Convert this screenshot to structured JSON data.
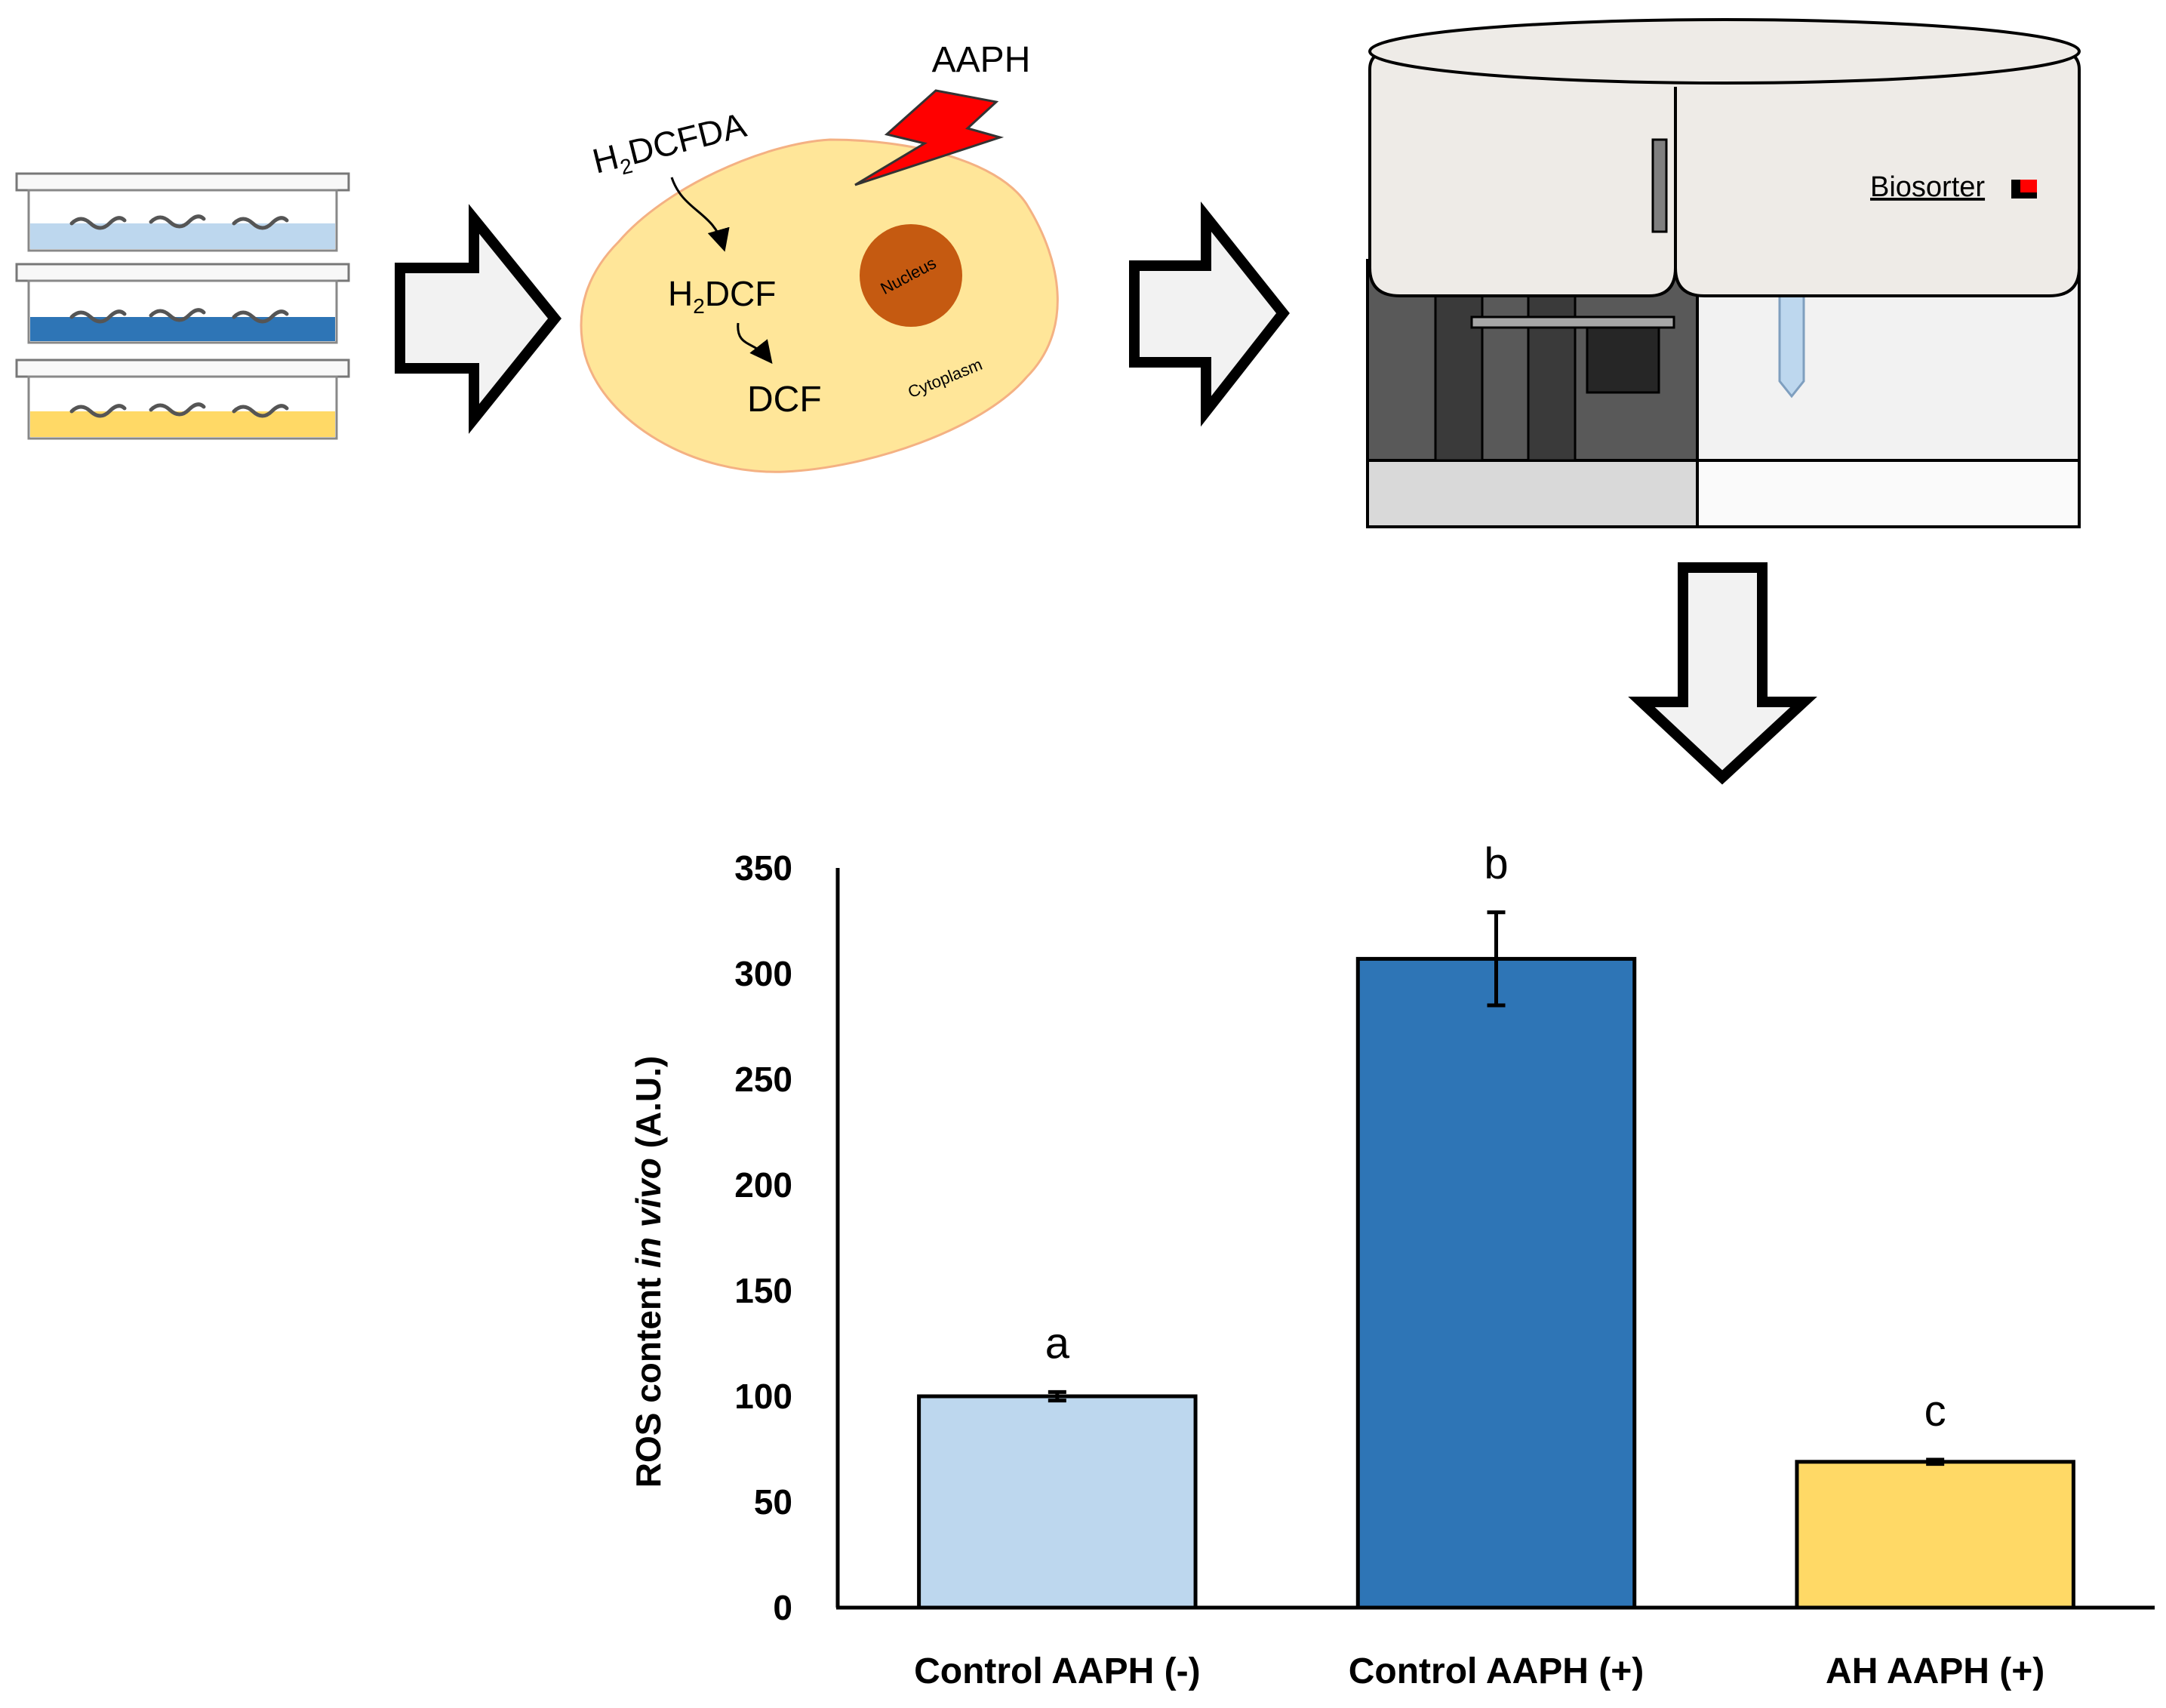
{
  "figure": {
    "cell_labels": {
      "reagent": "H2DCFDA",
      "intermediate": "H2DCF",
      "product": "DCF",
      "stressor": "AAPH",
      "nucleus": "Nucleus",
      "cytoplasm": "Cytoplasm"
    },
    "instrument": {
      "name": "Biosorter"
    },
    "colors": {
      "light_blue": "#bdd7ee",
      "dark_blue": "#2e75b6",
      "yellow": "#ffd966",
      "cell_fill": "#ffe699",
      "cell_border": "#f4b183",
      "nucleus": "#c55a11",
      "bolt": "#ff0000",
      "arrow_fill": "#f2f2f2"
    },
    "icons": [
      "worm-plate-icon",
      "process-arrow-icon",
      "lightning-bolt-icon",
      "biosorter-machine-icon"
    ]
  },
  "chart_data": {
    "type": "bar",
    "categories": [
      "Control AAPH (-)",
      "Control AAPH (+)",
      "AH AAPH (+)"
    ],
    "values": [
      100,
      307,
      69
    ],
    "errors": [
      2,
      22,
      1
    ],
    "significance_letters": [
      "a",
      "b",
      "c"
    ],
    "bar_colors": [
      "#bdd7ee",
      "#2e75b6",
      "#ffd966"
    ],
    "ylabel_parts": [
      "ROS content ",
      "in vivo",
      " (A.U.)"
    ],
    "ylim": [
      0,
      350
    ],
    "yticks": [
      "0",
      "50",
      "100",
      "150",
      "200",
      "250",
      "300",
      "350"
    ],
    "grid": false
  }
}
